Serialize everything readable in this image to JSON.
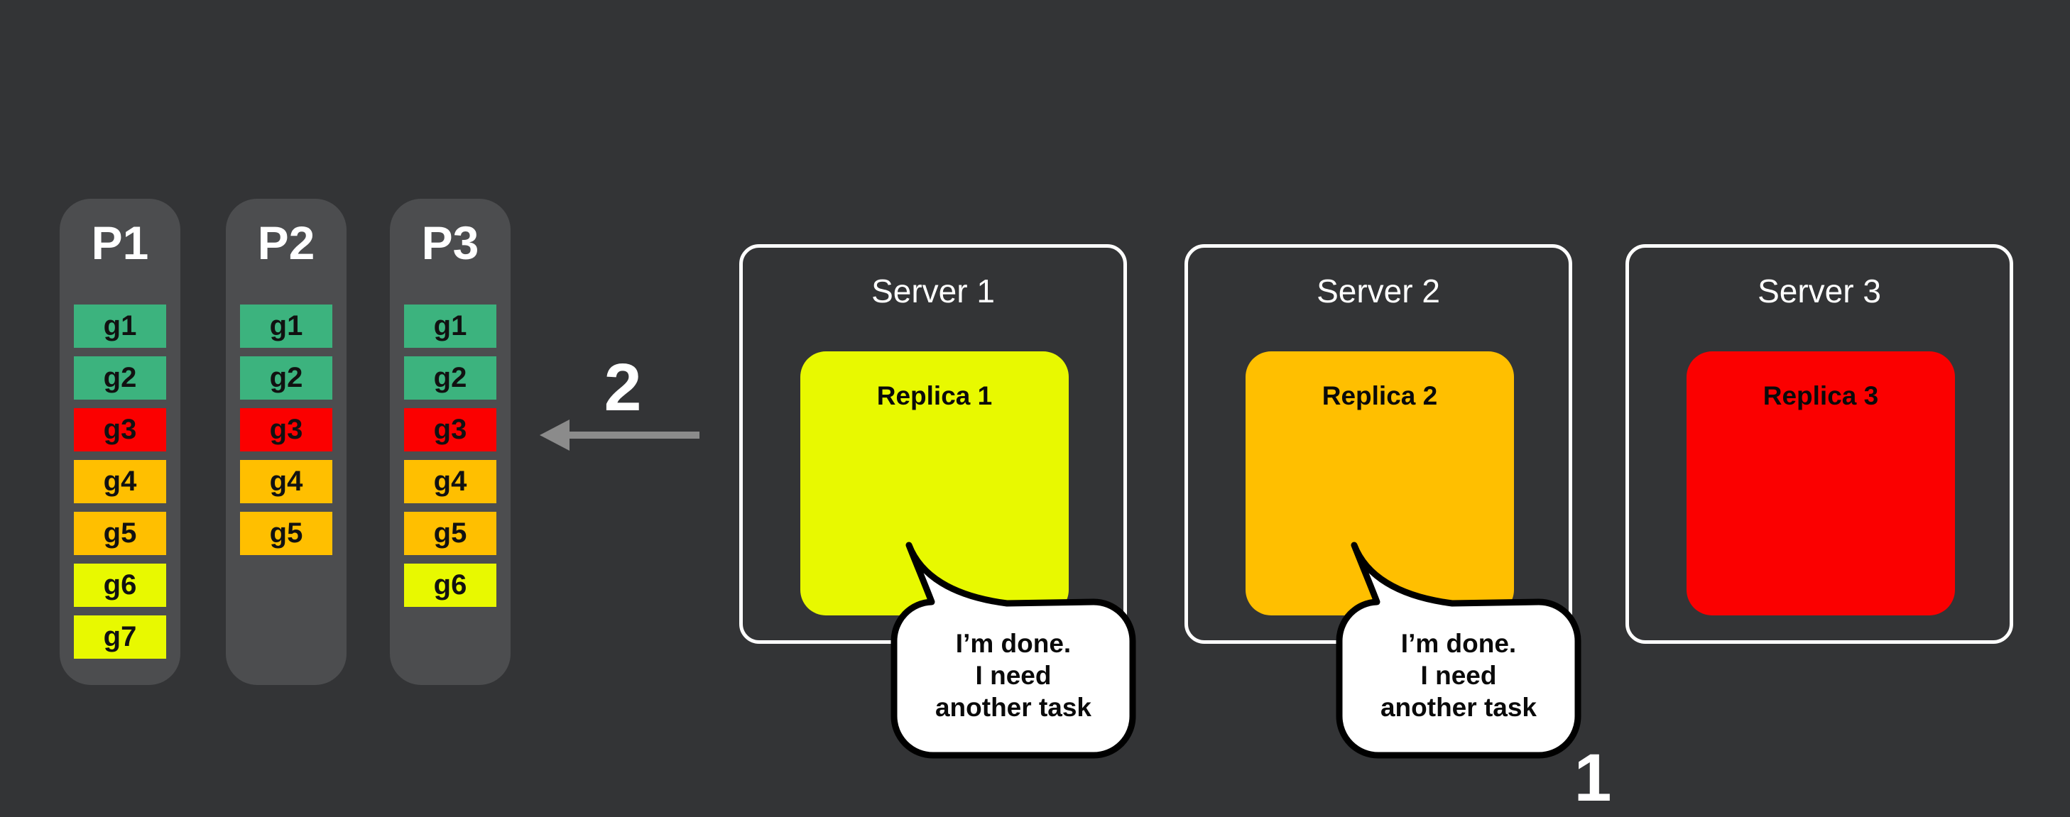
{
  "colors": {
    "background": "#333436",
    "column_bg": "#4c4d4f",
    "green": "#3cb37e",
    "red": "#fb0000",
    "orange": "#ffbf00",
    "yellow": "#e8f900",
    "arrow_gray": "#8b8b8b",
    "server_border": "#ffffff",
    "bubble_bg": "#ffffff",
    "bubble_border": "#000000"
  },
  "partitions": [
    {
      "title": "P1",
      "cells": [
        {
          "label": "g1",
          "color": "#3cb37e"
        },
        {
          "label": "g2",
          "color": "#3cb37e"
        },
        {
          "label": "g3",
          "color": "#fb0000"
        },
        {
          "label": "g4",
          "color": "#ffbf00"
        },
        {
          "label": "g5",
          "color": "#ffbf00"
        },
        {
          "label": "g6",
          "color": "#e8f900"
        },
        {
          "label": "g7",
          "color": "#e8f900"
        }
      ]
    },
    {
      "title": "P2",
      "cells": [
        {
          "label": "g1",
          "color": "#3cb37e"
        },
        {
          "label": "g2",
          "color": "#3cb37e"
        },
        {
          "label": "g3",
          "color": "#fb0000"
        },
        {
          "label": "g4",
          "color": "#ffbf00"
        },
        {
          "label": "g5",
          "color": "#ffbf00"
        }
      ]
    },
    {
      "title": "P3",
      "cells": [
        {
          "label": "g1",
          "color": "#3cb37e"
        },
        {
          "label": "g2",
          "color": "#3cb37e"
        },
        {
          "label": "g3",
          "color": "#fb0000"
        },
        {
          "label": "g4",
          "color": "#ffbf00"
        },
        {
          "label": "g5",
          "color": "#ffbf00"
        },
        {
          "label": "g6",
          "color": "#e8f900"
        }
      ]
    }
  ],
  "servers": [
    {
      "title": "Server 1",
      "replica": {
        "label": "Replica 1",
        "color": "#e8f900"
      },
      "bubble": {
        "lines": [
          "I’m done.",
          "I need",
          "another task"
        ]
      }
    },
    {
      "title": "Server 2",
      "replica": {
        "label": "Replica 2",
        "color": "#ffbf00"
      },
      "bubble": {
        "lines": [
          "I’m done.",
          "I need",
          "another task"
        ]
      }
    },
    {
      "title": "Server 3",
      "replica": {
        "label": "Replica 3",
        "color": "#fb0000"
      }
    }
  ],
  "steps": {
    "step2_label": "2",
    "step1_label": "1"
  }
}
